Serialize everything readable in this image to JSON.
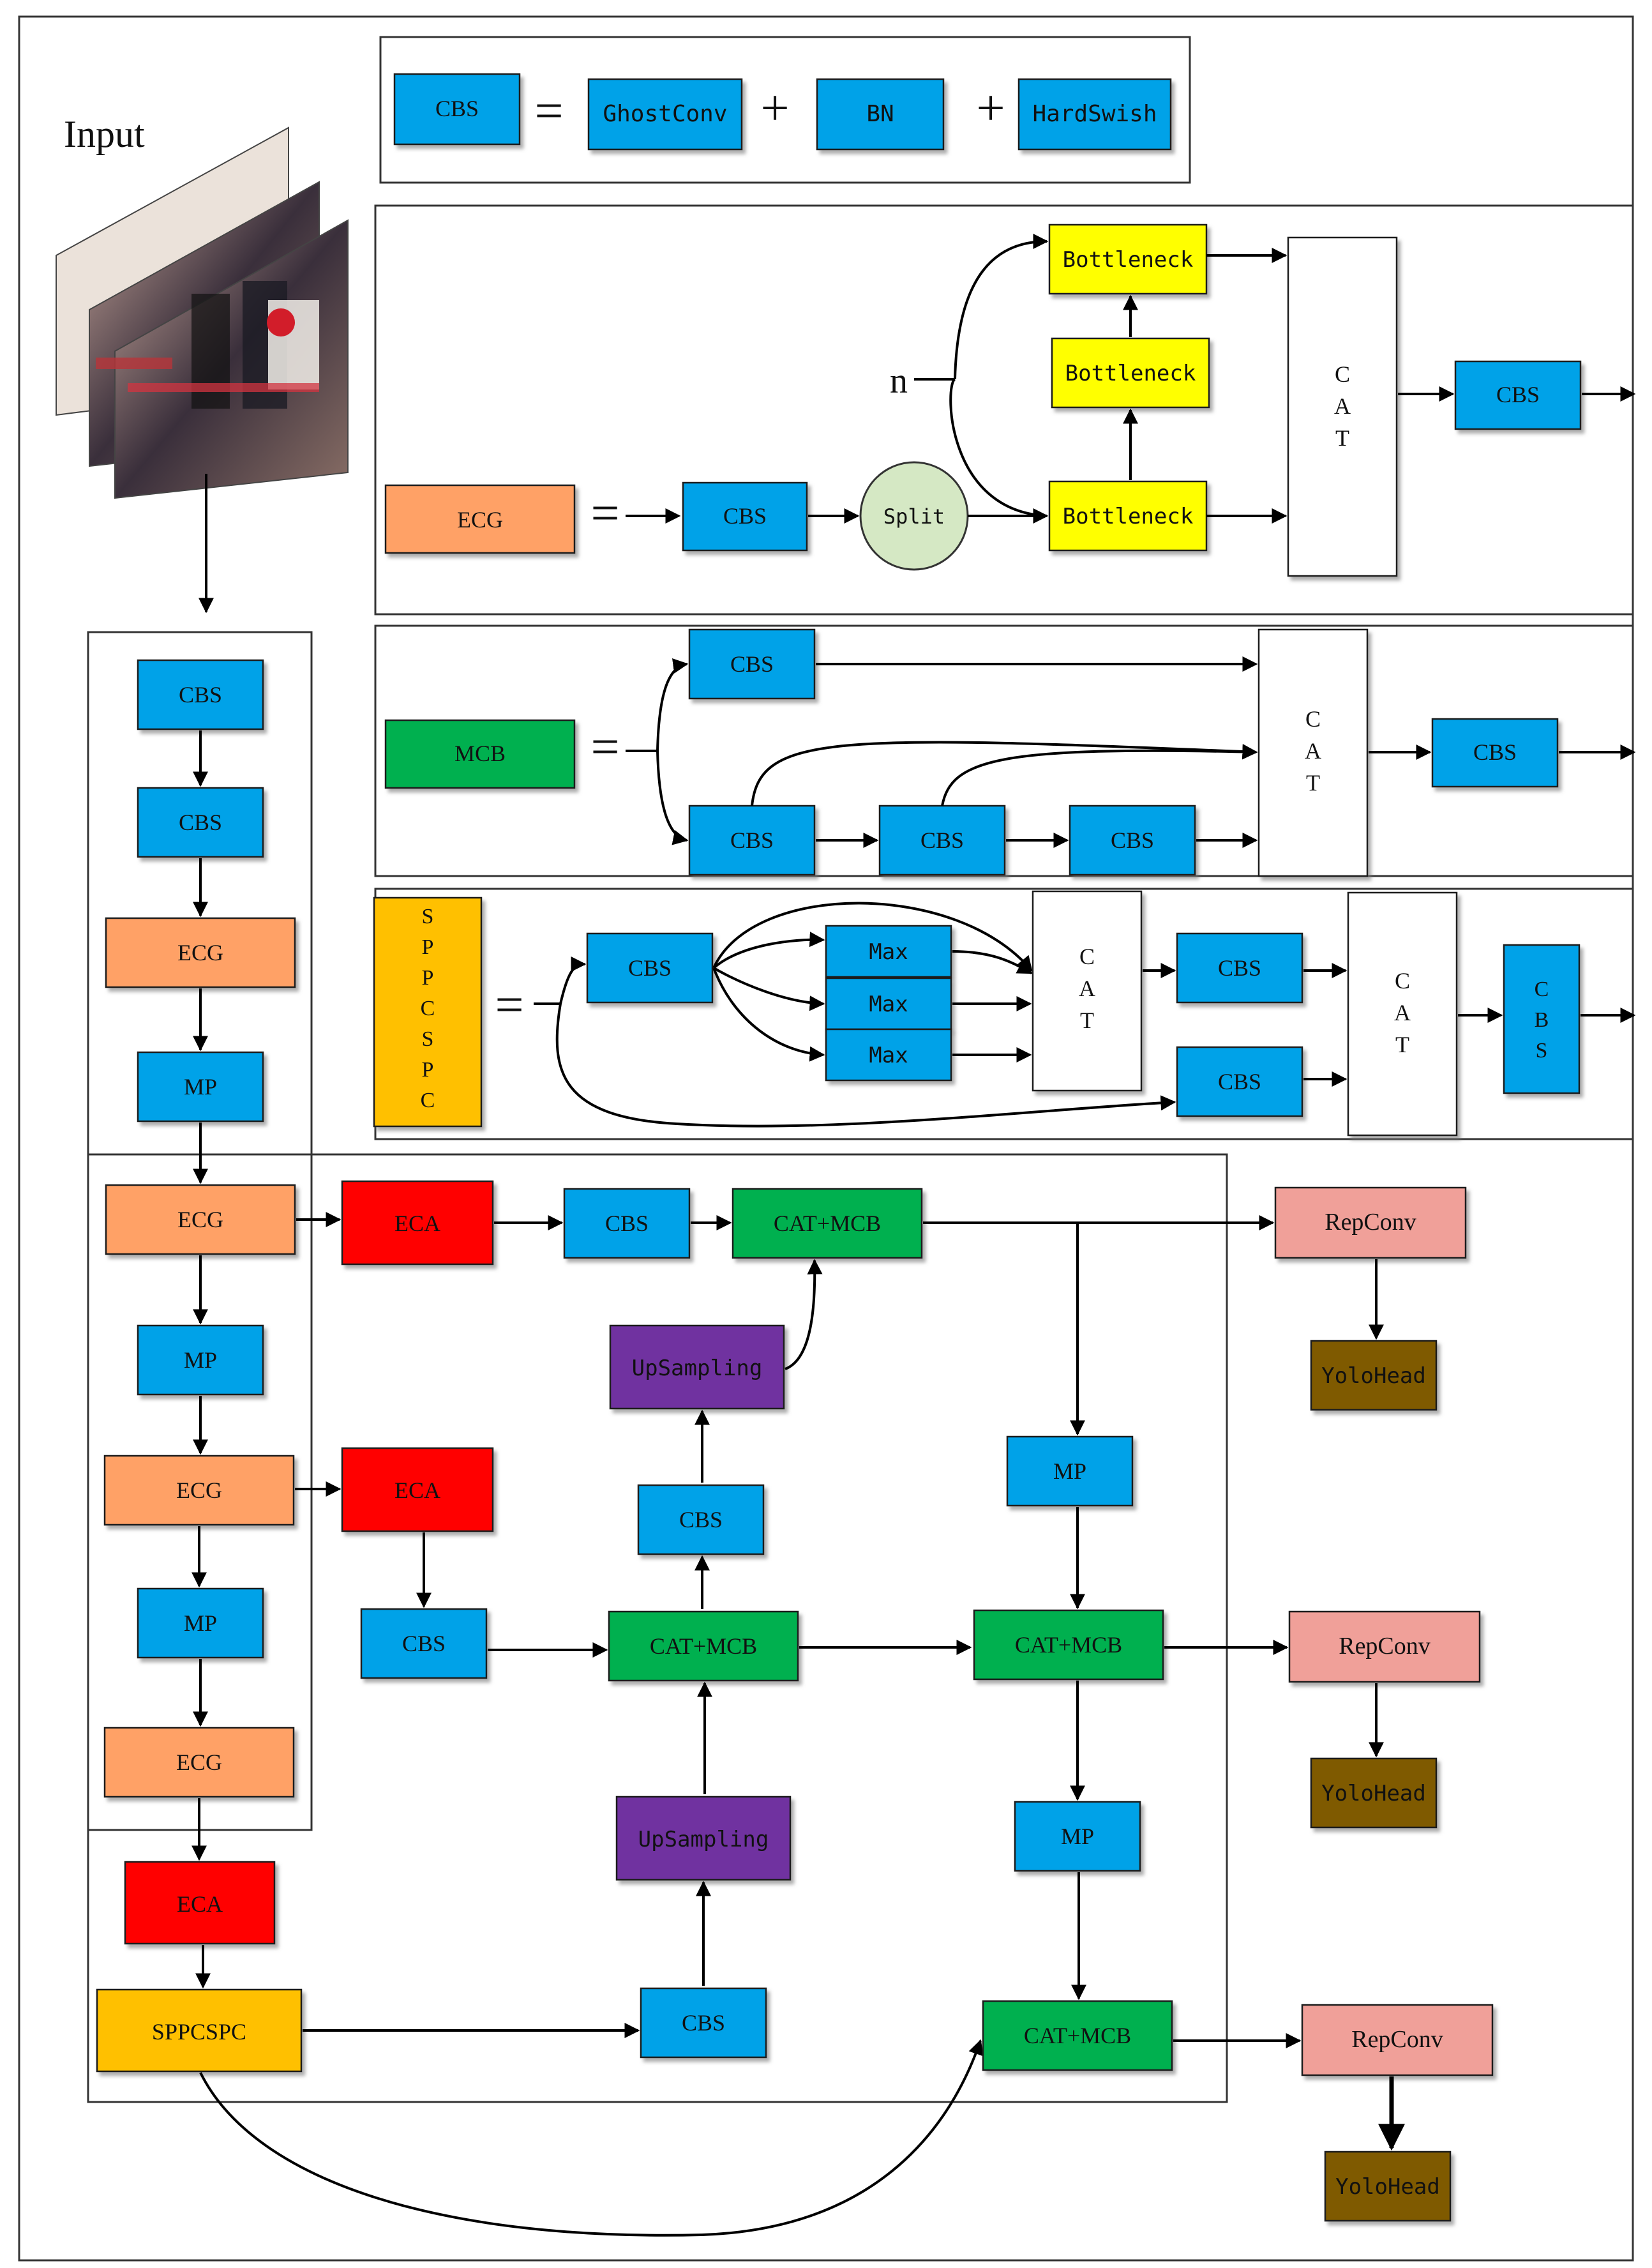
{
  "input": {
    "label": "Input"
  },
  "legend_cbs": {
    "parts": [
      "CBS",
      "GhostConv",
      "BN",
      "HardSwish"
    ],
    "equals": "=",
    "plus": "+"
  },
  "ecg_module": {
    "name": "ECG",
    "equals": "=",
    "cbs": "CBS",
    "split": "Split",
    "n": "n",
    "bottlenecks": [
      "Bottleneck",
      "Bottleneck",
      "Bottleneck"
    ],
    "cat": [
      "C",
      "A",
      "T"
    ],
    "out": "CBS"
  },
  "mcb_module": {
    "name": "MCB",
    "equals": "=",
    "cbs_top": "CBS",
    "cbs_chain": [
      "CBS",
      "CBS",
      "CBS"
    ],
    "cat": [
      "C",
      "A",
      "T"
    ],
    "out": "CBS"
  },
  "spp_module": {
    "name_letters": [
      "S",
      "P",
      "P",
      "C",
      "S",
      "P",
      "C"
    ],
    "equals": "=",
    "cbs_in": "CBS",
    "maxes": [
      "Max",
      "Max",
      "Max"
    ],
    "cat1": [
      "C",
      "A",
      "T"
    ],
    "cbs_mid": "CBS",
    "cbs_short": "CBS",
    "cat2": [
      "C",
      "A",
      "T"
    ],
    "out_letters": [
      "C",
      "B",
      "S"
    ]
  },
  "backbone": [
    "CBS",
    "CBS",
    "ECG",
    "MP",
    "ECG",
    "MP",
    "ECG",
    "MP",
    "ECG"
  ],
  "backbone_tail": {
    "eca": "ECA",
    "spp": "SPPCSPC"
  },
  "neck": {
    "eca1": "ECA",
    "cbs1": "CBS",
    "catmcb1": "CAT+MCB",
    "up1": "UpSampling",
    "cbs_up": "CBS",
    "eca2": "ECA",
    "cbs2": "CBS",
    "catmcb2": "CAT+MCB",
    "up2": "UpSampling",
    "cbs3": "CBS",
    "mp1": "MP",
    "catmcb_mid": "CAT+MCB",
    "mp2": "MP",
    "catmcb_bot": "CAT+MCB"
  },
  "heads": {
    "repconv": [
      "RepConv",
      "RepConv",
      "RepConv"
    ],
    "yolohead": [
      "YoloHead",
      "YoloHead",
      "YoloHead"
    ]
  },
  "colors": {
    "cbs": "#00a2e8",
    "ecg": "#ffa166",
    "mcb": "#00b050",
    "bottleneck": "#ffff00",
    "split": "#d5e8c4",
    "spp": "#ffc000",
    "eca": "#ff0000",
    "up": "#7030a0",
    "repconv": "#f0a099",
    "yolohead": "#7f5a00"
  }
}
